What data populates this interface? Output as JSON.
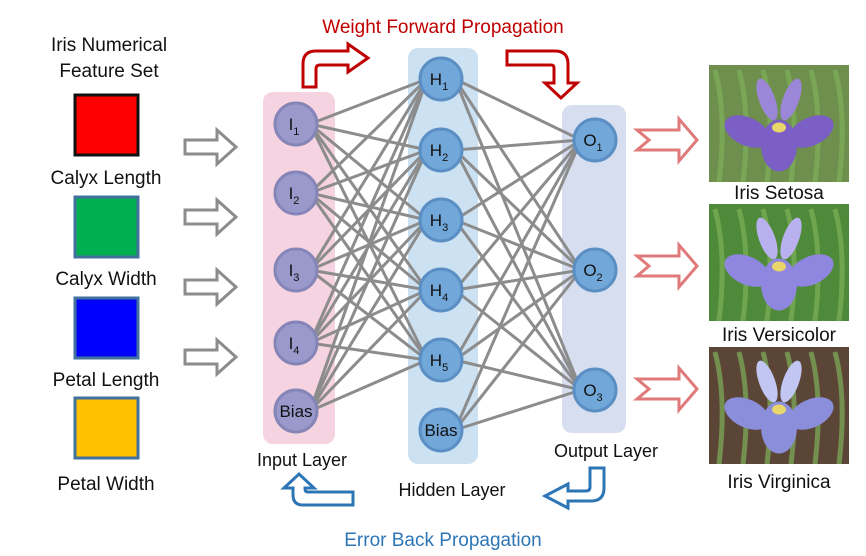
{
  "feature_set": {
    "title_line1": "Iris Numerical",
    "title_line2": "Feature Set",
    "features": [
      {
        "label": "Calyx Length",
        "color": "#FF0000",
        "border": "#111111"
      },
      {
        "label": "Calyx Width",
        "color": "#00B050",
        "border": "#41719C"
      },
      {
        "label": "Petal Length",
        "color": "#0000FF",
        "border": "#41719C"
      },
      {
        "label": "Petal Width",
        "color": "#FFC000",
        "border": "#41719C"
      }
    ]
  },
  "network": {
    "forward_label": "Weight Forward Propagation",
    "backward_label": "Error Back Propagation",
    "forward_color": "#C00000",
    "backward_color": "#2E75B6",
    "input_layer": {
      "label": "Input Layer",
      "panel_color": "#F5D3E0",
      "node_color": "#9999CC",
      "nodes": [
        {
          "base": "I",
          "sub": "1"
        },
        {
          "base": "I",
          "sub": "2"
        },
        {
          "base": "I",
          "sub": "3"
        },
        {
          "base": "I",
          "sub": "4"
        },
        {
          "base": "Bias",
          "sub": ""
        }
      ]
    },
    "hidden_layer": {
      "label": "Hidden Layer",
      "panel_color": "#CCE2F2",
      "node_color": "#72A7D9",
      "nodes": [
        {
          "base": "H",
          "sub": "1"
        },
        {
          "base": "H",
          "sub": "2"
        },
        {
          "base": "H",
          "sub": "3"
        },
        {
          "base": "H",
          "sub": "4"
        },
        {
          "base": "H",
          "sub": "5"
        },
        {
          "base": "Bias",
          "sub": ""
        }
      ]
    },
    "output_layer": {
      "label": "Output Layer",
      "panel_color": "#D6DEEF",
      "node_color": "#72A7D9",
      "nodes": [
        {
          "base": "O",
          "sub": "1"
        },
        {
          "base": "O",
          "sub": "2"
        },
        {
          "base": "O",
          "sub": "3"
        }
      ]
    },
    "edge_color": "#8C8C8C"
  },
  "classes": [
    {
      "label": "Iris Setosa",
      "petal": "#7B5FC4",
      "petal_light": "#9C86D8",
      "bg": "#6E8F4E"
    },
    {
      "label": "Iris Versicolor",
      "petal": "#8F86E0",
      "petal_light": "#B9B0F0",
      "bg": "#4E8A3A"
    },
    {
      "label": "Iris Virginica",
      "petal": "#8A8EDB",
      "petal_light": "#C2C6F2",
      "bg": "#5A4536"
    }
  ]
}
